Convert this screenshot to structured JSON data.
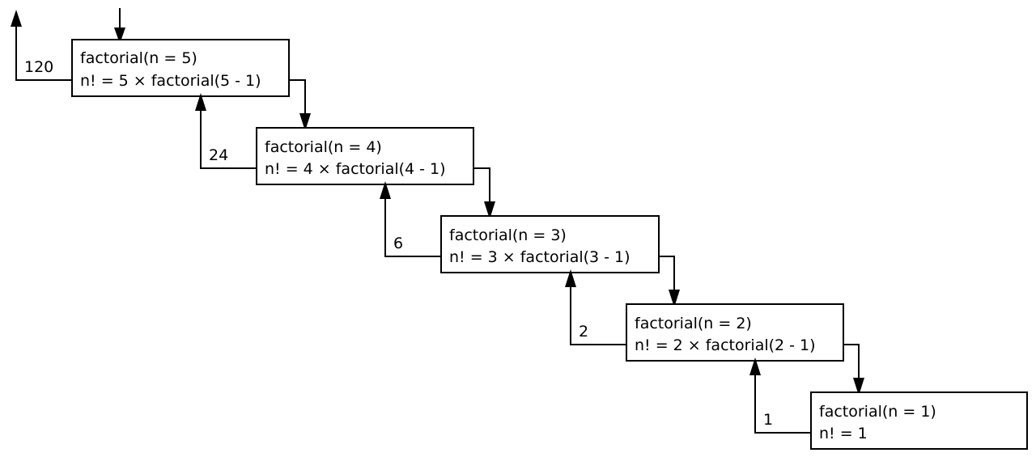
{
  "frames": [
    {
      "call": "factorial(n = 5)",
      "expr": "n! = 5 × factorial(5 - 1)",
      "returns": "120"
    },
    {
      "call": "factorial(n = 4)",
      "expr": "n! = 4 × factorial(4 - 1)",
      "returns": "24"
    },
    {
      "call": "factorial(n = 3)",
      "expr": "n! = 3 × factorial(3 - 1)",
      "returns": "6"
    },
    {
      "call": "factorial(n = 2)",
      "expr": "n! = 2 × factorial(2 - 1)",
      "returns": "2"
    },
    {
      "call": "factorial(n = 1)",
      "expr": "n! = 1",
      "returns": "1"
    }
  ]
}
